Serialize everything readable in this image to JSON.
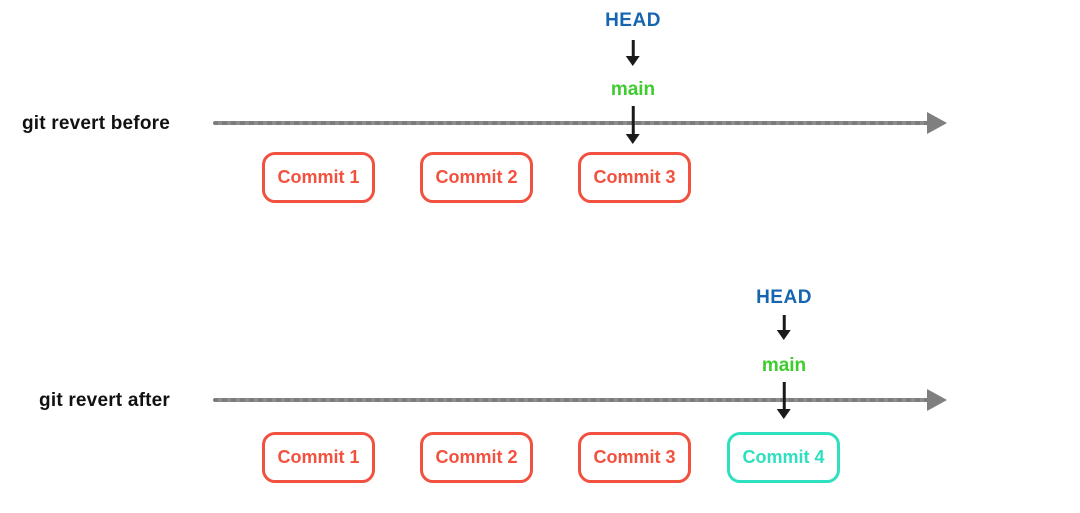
{
  "colors": {
    "head_label": "#1565B0",
    "branch_label": "#3FCC2E",
    "commit_red": "#F2513F",
    "commit_teal": "#2EE0BF",
    "timeline_gray": "#7F7F7F",
    "arrow_black": "#1A1A1A",
    "section_label": "#111111"
  },
  "sections": [
    {
      "label": "git revert before",
      "head_label": "HEAD",
      "branch_label": "main",
      "pointer_target": "Commit 3",
      "commits": [
        {
          "label": "Commit 1",
          "color": "#F2513F"
        },
        {
          "label": "Commit 2",
          "color": "#F2513F"
        },
        {
          "label": "Commit 3",
          "color": "#F2513F"
        }
      ]
    },
    {
      "label": "git revert after",
      "head_label": "HEAD",
      "branch_label": "main",
      "pointer_target": "Commit 4",
      "commits": [
        {
          "label": "Commit 1",
          "color": "#F2513F"
        },
        {
          "label": "Commit 2",
          "color": "#F2513F"
        },
        {
          "label": "Commit 3",
          "color": "#F2513F"
        },
        {
          "label": "Commit 4",
          "color": "#2EE0BF"
        }
      ]
    }
  ]
}
